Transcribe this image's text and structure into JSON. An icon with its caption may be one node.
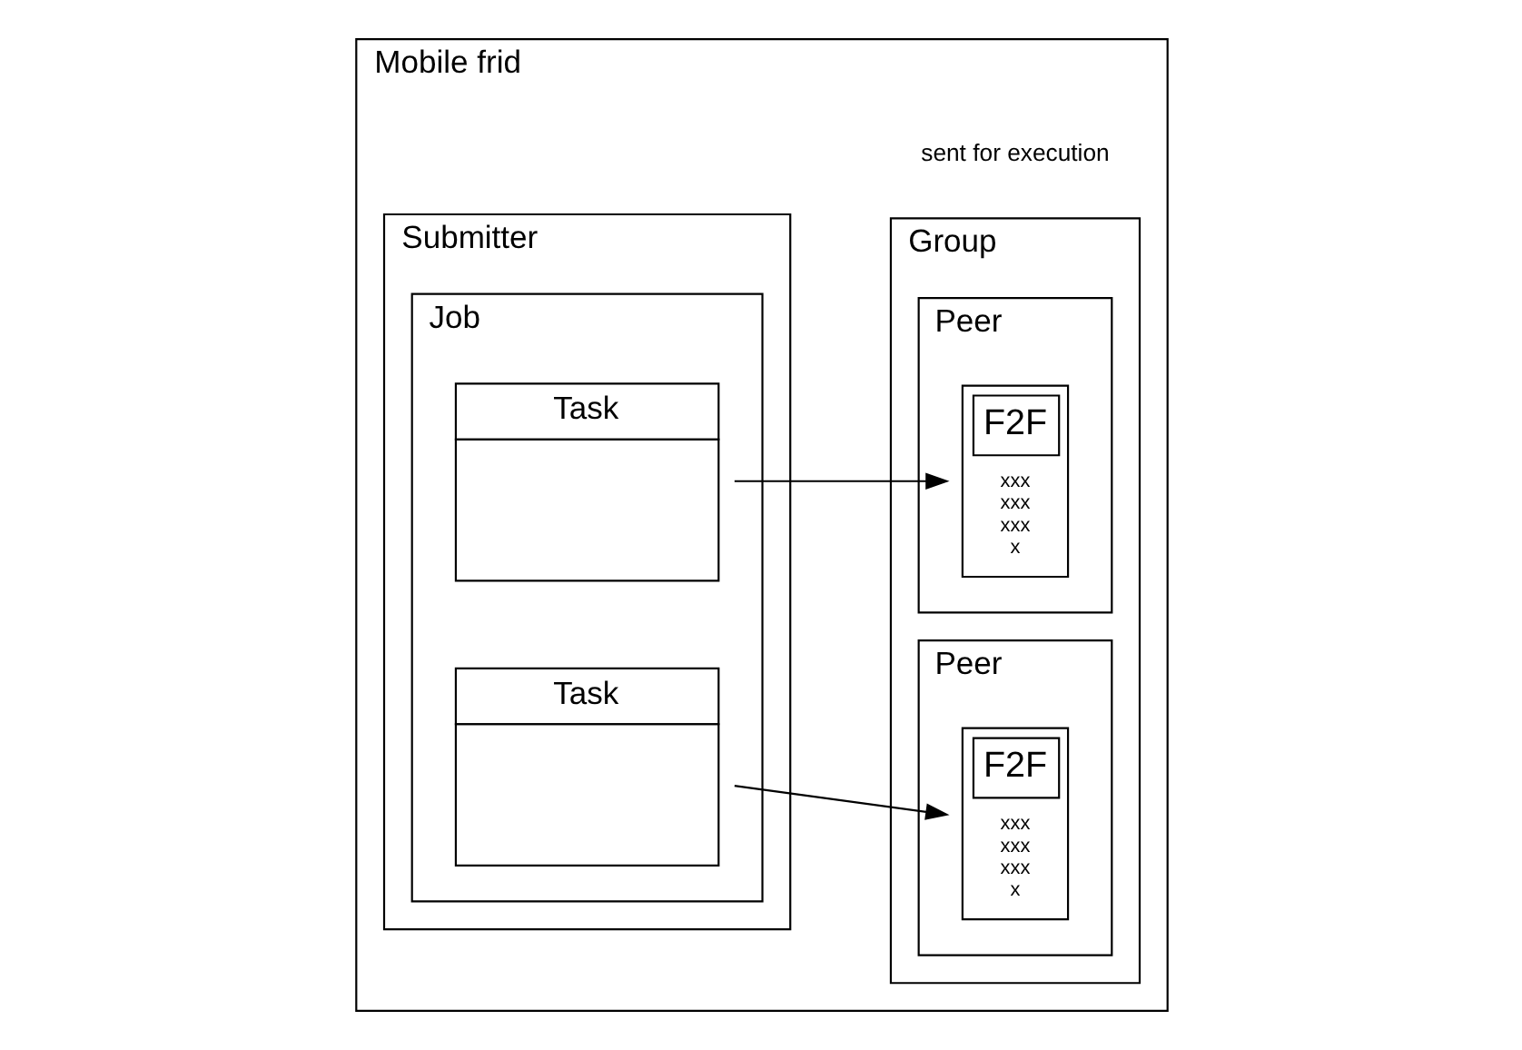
{
  "diagram": {
    "nodes": [
      {
        "text": [
          "Mobile frid"
        ]
      },
      {
        "text": [
          "Submitter"
        ],
        "in": 0
      },
      {
        "text": [
          "Job"
        ],
        "in": 1
      },
      {
        "text": [
          "Task"
        ],
        "in": 2
      },
      {
        "text": [
          "Task"
        ],
        "in": 2
      },
      {
        "text": [
          "Group"
        ],
        "in": 0
      },
      {
        "text": [
          "Peer"
        ],
        "in": 5
      },
      {
        "text": [
          "F2F",
          "xxx xxx xxx x"
        ],
        "in": 6
      },
      {
        "text": [
          "Peer"
        ],
        "in": 5
      },
      {
        "text": [
          "F2F",
          "xxx xxx xxx x"
        ],
        "in": 8
      }
    ],
    "edges": [
      {
        "from": 3,
        "to": 7,
        "arrow": "to"
      },
      {
        "from": 4,
        "to": 9,
        "arrow": "to"
      }
    ],
    "labels": [
      "sent for execution"
    ]
  }
}
